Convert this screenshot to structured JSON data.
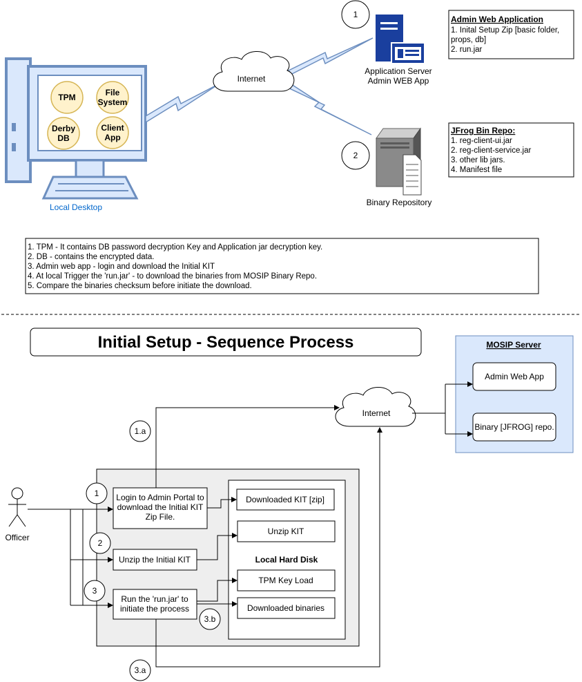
{
  "top": {
    "local_desktop": {
      "label": "Local Desktop",
      "circles": [
        "TPM",
        "File",
        "System",
        "Derby",
        "DB",
        "Client",
        "App"
      ]
    },
    "internet_label": "Internet",
    "app_server": {
      "number": "1",
      "line1": "Application Server",
      "line2": "Admin WEB App"
    },
    "binary_repo": {
      "number": "2",
      "label": "Binary Repository"
    },
    "admin_note": {
      "title": "Admin Web Application",
      "lines": [
        "1. Inital Setup Zip [basic folder,",
        "props, db]",
        "2. run.jar"
      ]
    },
    "jfrog_note": {
      "title": "JFrog Bin Repo:",
      "lines": [
        "1. reg-client-ui.jar",
        "2. reg-client-service.jar",
        "3. other lib jars.",
        "4. Manifest file"
      ]
    },
    "notes": [
      "1. TPM - It contains DB password decryption Key and Application jar decryption key.",
      "2. DB - contains the encrypted data.",
      "3. Admin web app - login and download the Initial KIT",
      "4. At local Trigger the 'run.jar' - to download the binaries from MOSIP Binary Repo.",
      "5. Compare the binaries checksum before initiate the download."
    ]
  },
  "bottom": {
    "title": "Initial Setup - Sequence Process",
    "mosip_server": {
      "title": "MOSIP Server",
      "admin_web_app": "Admin Web App",
      "binary_repo": "Binary [JFROG] repo."
    },
    "internet_label": "Internet",
    "officer_label": "Officer",
    "step_labels": [
      "1.a",
      "1",
      "2",
      "3",
      "3.b",
      "3.a"
    ],
    "steps": {
      "login": [
        "Login to Admin Portal to",
        "download the Initial KIT",
        "Zip File."
      ],
      "unzip": "Unzip the Initial KIT",
      "run": [
        "Run the 'run.jar' to",
        "initiate the process"
      ]
    },
    "local_disk": {
      "title": "Local Hard Disk",
      "downloaded_kit": "Downloaded KIT [zip]",
      "unzip_kit": "Unzip KIT",
      "tpm_key_load": "TPM Key Load",
      "downloaded_binaries": "Downloaded binaries"
    }
  },
  "colors": {
    "server_blue": "#1a3f9e",
    "monitor_blue": "#6c8ebf",
    "circle_fill": "#fff2cc",
    "circle_stroke": "#d6b656",
    "mosip_fill": "#dae8fc",
    "group_fill": "#eeeeee",
    "link_blue": "#0066cc"
  }
}
